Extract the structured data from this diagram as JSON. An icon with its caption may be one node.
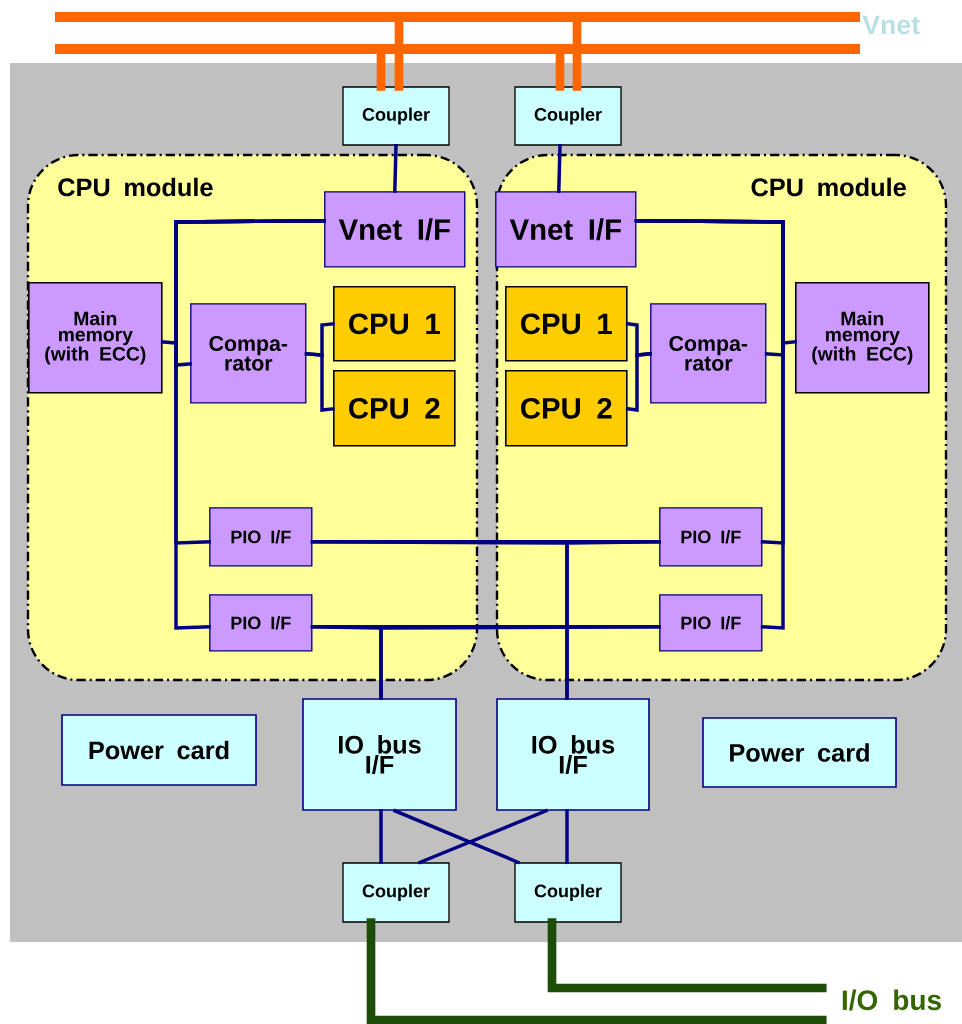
{
  "diagram": {
    "nodes": [
      {
        "text": [],
        "shape": "bar"
      },
      {
        "text": [],
        "shape": "bar"
      },
      {
        "text": [
          "Coupler"
        ]
      },
      {
        "text": [
          "Coupler"
        ]
      },
      {
        "text": [
          "CPU module"
        ]
      },
      {
        "text": [
          "Vnet I/F"
        ],
        "in": 4
      },
      {
        "text": [
          "Main memory (with ECC)"
        ],
        "in": 4
      },
      {
        "text": [
          "Compa- rator"
        ],
        "in": 4
      },
      {
        "text": [
          "CPU 1"
        ],
        "in": 4
      },
      {
        "text": [
          "CPU 2"
        ],
        "in": 4
      },
      {
        "text": [
          "PIO I/F"
        ],
        "in": 4
      },
      {
        "text": [
          "PIO I/F"
        ],
        "in": 4
      },
      {
        "text": [
          "CPU module"
        ]
      },
      {
        "text": [
          "Vnet I/F"
        ],
        "in": 12
      },
      {
        "text": [
          "CPU 1"
        ],
        "in": 12
      },
      {
        "text": [
          "CPU 2"
        ],
        "in": 12
      },
      {
        "text": [
          "Compa- rator"
        ],
        "in": 12
      },
      {
        "text": [
          "Main memory (with ECC)"
        ],
        "in": 12
      },
      {
        "text": [
          "PIO I/F"
        ],
        "in": 12
      },
      {
        "text": [
          "PIO I/F"
        ],
        "in": 12
      },
      {
        "text": [
          "Power card"
        ]
      },
      {
        "text": [
          "IO bus I/F"
        ]
      },
      {
        "text": [
          "IO bus I/F"
        ]
      },
      {
        "text": [
          "Power card"
        ]
      },
      {
        "text": [
          "Coupler"
        ]
      },
      {
        "text": [
          "Coupler"
        ]
      },
      {
        "text": [
          "I/O bus"
        ]
      }
    ],
    "edges": [
      {
        "from": 2,
        "to": 0,
        "arrow": "none",
        "style": "thick",
        "color": "#ff6600"
      },
      {
        "from": 2,
        "to": 1,
        "arrow": "none",
        "style": "thick",
        "color": "#ff6600"
      },
      {
        "from": 3,
        "to": 0,
        "arrow": "none",
        "style": "thick",
        "color": "#ff6600"
      },
      {
        "from": 3,
        "to": 1,
        "arrow": "none",
        "style": "thick",
        "color": "#ff6600"
      },
      {
        "from": 2,
        "to": 5,
        "arrow": "none"
      },
      {
        "from": 3,
        "to": 13,
        "arrow": "none"
      },
      {
        "from": 5,
        "to": 6,
        "arrow": "none"
      },
      {
        "from": 5,
        "to": 7,
        "arrow": "none"
      },
      {
        "from": 5,
        "to": 10,
        "arrow": "none"
      },
      {
        "from": 5,
        "to": 11,
        "arrow": "none"
      },
      {
        "from": 7,
        "to": 8,
        "arrow": "none"
      },
      {
        "from": 7,
        "to": 9,
        "arrow": "none"
      },
      {
        "from": 13,
        "to": 17,
        "arrow": "none"
      },
      {
        "from": 13,
        "to": 16,
        "arrow": "none"
      },
      {
        "from": 13,
        "to": 18,
        "arrow": "none"
      },
      {
        "from": 13,
        "to": 19,
        "arrow": "none"
      },
      {
        "from": 16,
        "to": 14,
        "arrow": "none"
      },
      {
        "from": 16,
        "to": 15,
        "arrow": "none"
      },
      {
        "from": 10,
        "to": 18,
        "arrow": "none"
      },
      {
        "from": 11,
        "to": 19,
        "arrow": "none"
      },
      {
        "from": 22,
        "to": 10,
        "arrow": "none"
      },
      {
        "from": 22,
        "to": 18,
        "arrow": "none"
      },
      {
        "from": 21,
        "to": 11,
        "arrow": "none"
      },
      {
        "from": 21,
        "to": 19,
        "arrow": "none"
      },
      {
        "from": 21,
        "to": 24,
        "arrow": "none"
      },
      {
        "from": 22,
        "to": 25,
        "arrow": "none"
      },
      {
        "from": 21,
        "to": 25,
        "arrow": "none"
      },
      {
        "from": 22,
        "to": 24,
        "arrow": "none"
      },
      {
        "from": 24,
        "to": 26,
        "arrow": "none",
        "style": "thick",
        "color": "#1e4d0a"
      },
      {
        "from": 25,
        "to": 26,
        "arrow": "none",
        "style": "thick",
        "color": "#1e4d0a"
      }
    ],
    "labels": [
      "Vnet"
    ]
  }
}
